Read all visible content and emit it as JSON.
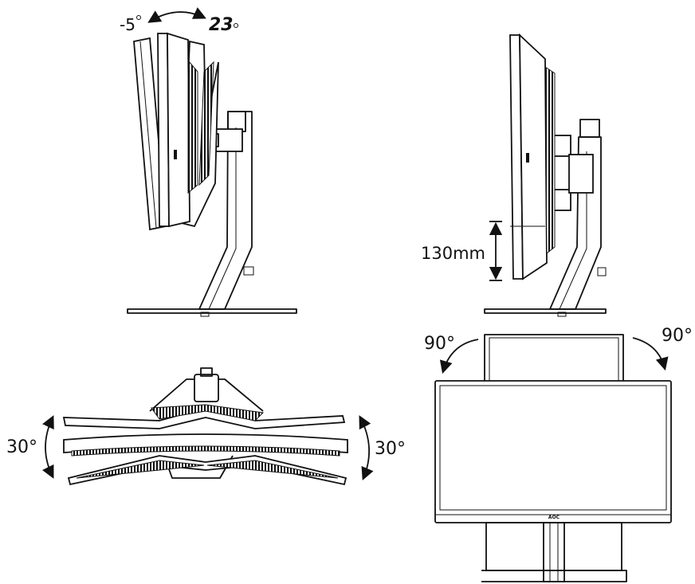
{
  "labels": {
    "tilt_back": "-5",
    "tilt_forward": "23",
    "height_adjust": "130mm",
    "pivot_left": "90°",
    "pivot_right": "90°",
    "swivel_left": "30°",
    "swivel_right": "30°",
    "brand": "AOC"
  },
  "colors": {
    "line": "#111111",
    "background": "#ffffff"
  }
}
